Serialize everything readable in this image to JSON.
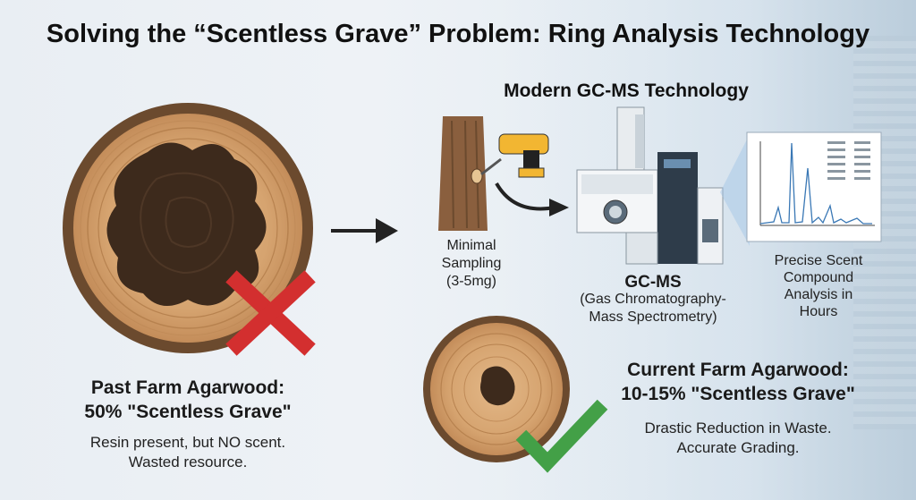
{
  "title": "Solving the “Scentless Grave” Problem: Ring Analysis Technology",
  "subtitle": "Modern GC-MS Technology",
  "past": {
    "title_line1": "Past Farm Agarwood:",
    "title_line2": "50% \"Scentless Grave\"",
    "desc_line1": "Resin present, but NO scent.",
    "desc_line2": "Wasted resource."
  },
  "current": {
    "title_line1": "Current Farm Agarwood:",
    "title_line2": "10-15% \"Scentless Grave\"",
    "desc_line1": "Drastic Reduction in Waste.",
    "desc_line2": "Accurate Grading."
  },
  "sampling": {
    "line1": "Minimal",
    "line2": "Sampling",
    "line3": "(3-5mg)"
  },
  "gcms": {
    "title": "GC-MS",
    "desc_line1": "(Gas Chromatography-",
    "desc_line2": "Mass Spectrometry)"
  },
  "analysis": {
    "line1": "Precise Scent",
    "line2": "Compound",
    "line3": "Analysis in",
    "line4": "Hours"
  },
  "colors": {
    "cross": "#d32f2f",
    "check": "#43a047",
    "wood": "#d7a876",
    "bark": "#6b4a2e",
    "resin": "#3d2a1c"
  },
  "icons": [
    "cross-icon",
    "check-icon",
    "arrow-icon",
    "drill-icon",
    "tree-trunk",
    "gcms-machine",
    "chromatogram"
  ]
}
